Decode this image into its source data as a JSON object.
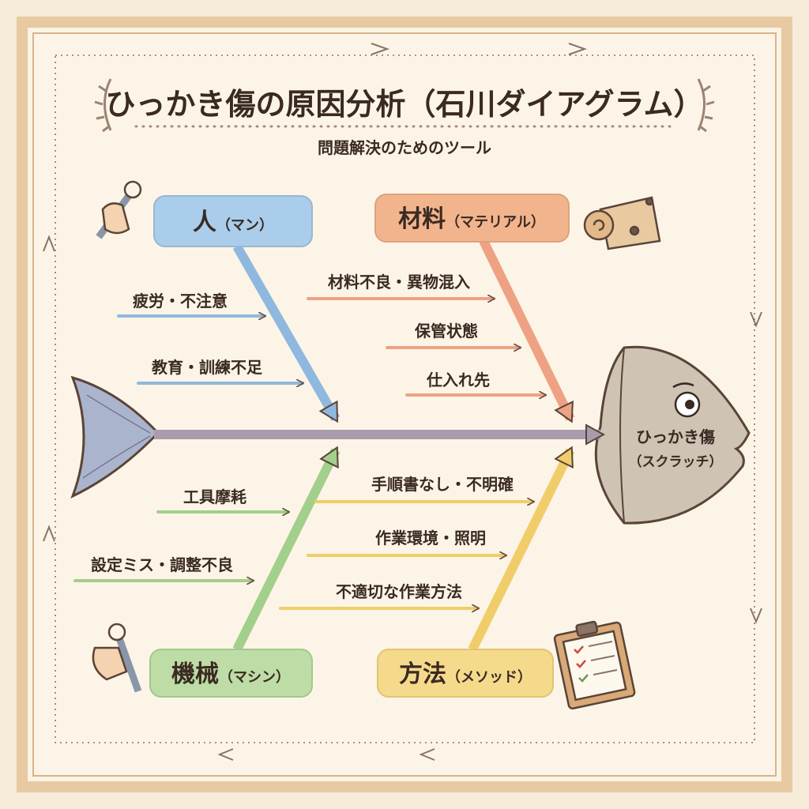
{
  "title": "ひっかき傷の原因分析（石川ダイアグラム）",
  "subtitle": "問題解決のためのツール",
  "effect": {
    "line1": "ひっかき傷",
    "line2": "（スクラッチ）"
  },
  "categories": {
    "man": {
      "main": "人",
      "sub": "（マン）",
      "color": "#a9cdea",
      "bone": "#8fb8de"
    },
    "material": {
      "main": "材料",
      "sub": "（マテリアル）",
      "color": "#f2b48c",
      "bone": "#eea283"
    },
    "machine": {
      "main": "機械",
      "sub": "（マシン）",
      "color": "#bddca6",
      "bone": "#a3cf8c"
    },
    "method": {
      "main": "方法",
      "sub": "（メソッド）",
      "color": "#f6da8c",
      "bone": "#f1cd6a"
    }
  },
  "causes": {
    "man": [
      "疲労・不注意",
      "教育・訓練不足"
    ],
    "material": [
      "材料不良・異物混入",
      "保管状態",
      "仕入れ先"
    ],
    "machine": [
      "工具摩耗",
      "設定ミス・調整不良"
    ],
    "method": [
      "手順書なし・不明確",
      "作業環境・照明",
      "不適切な作業方法"
    ]
  }
}
